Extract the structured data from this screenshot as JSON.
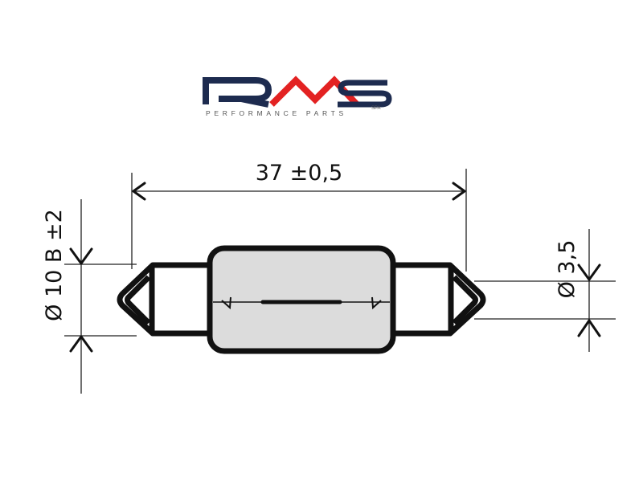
{
  "logo": {
    "brand": "RMS",
    "suffix": "SPA",
    "tagline": "PERFORMANCE PARTS",
    "colors": {
      "navy": "#1d2b4f",
      "red": "#e32222",
      "gray": "#555555"
    }
  },
  "dimensions": {
    "length": "37 ±0,5",
    "base_diameter": "Ø 10 B ±2",
    "tip_diameter": "Ø 3,5"
  },
  "colors": {
    "glass": "#dcdcdc",
    "outline": "#111111"
  }
}
